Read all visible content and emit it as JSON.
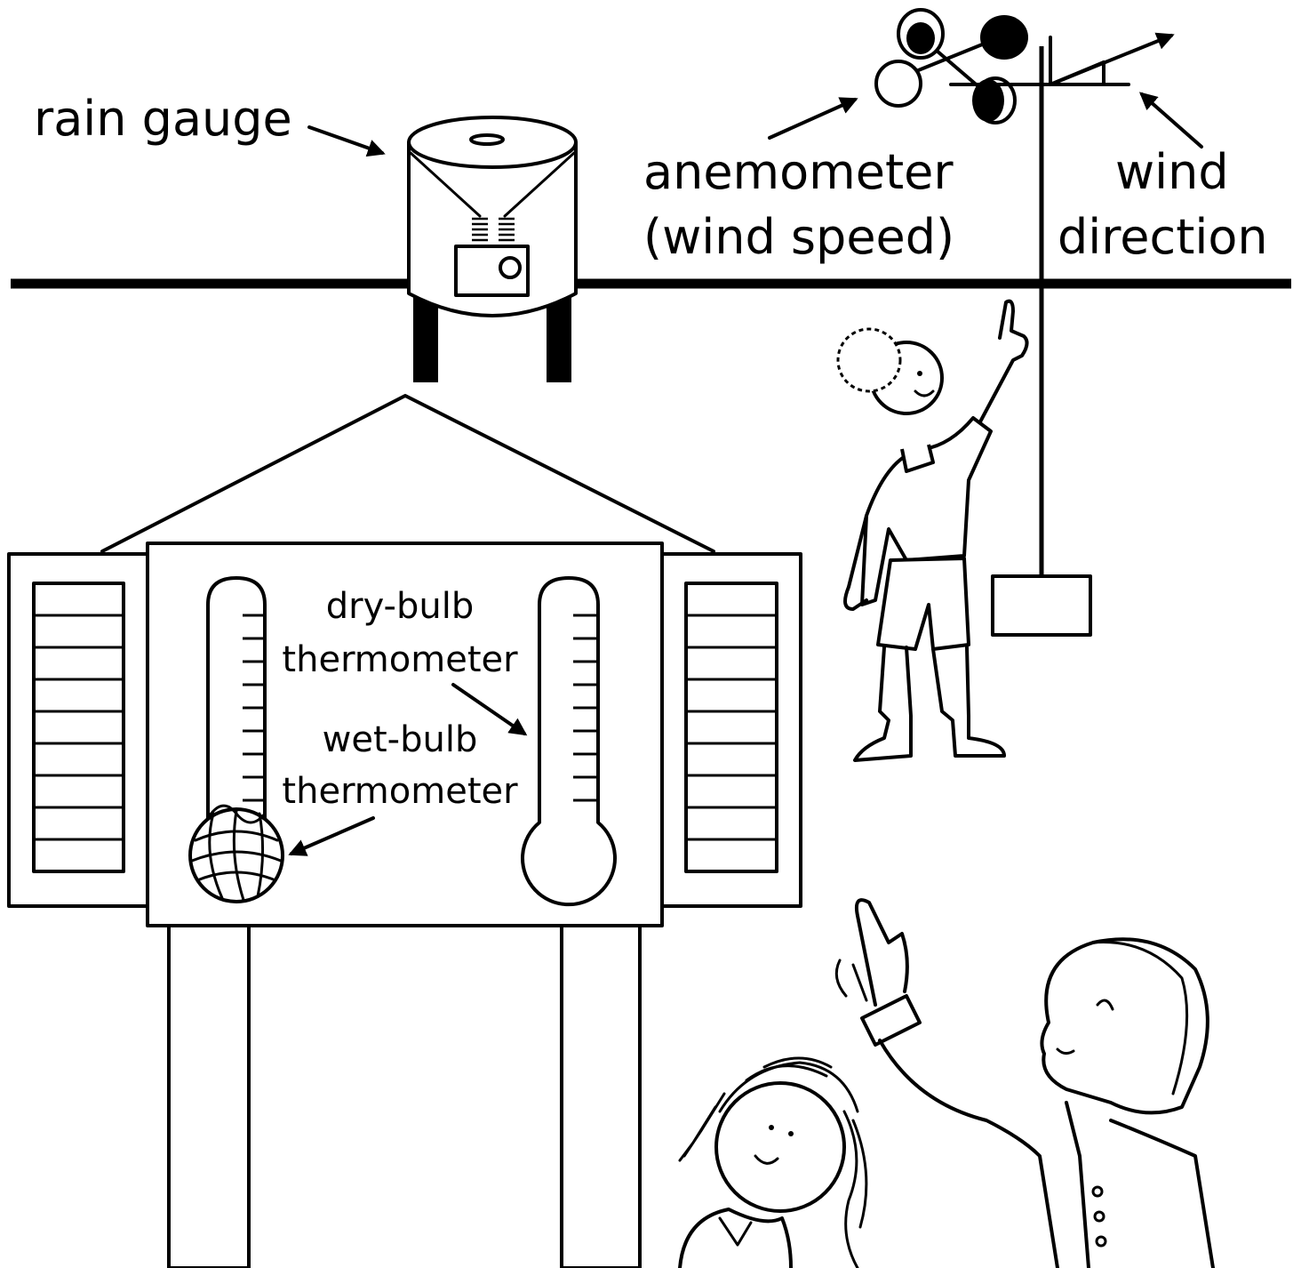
{
  "labels": {
    "rain_gauge": "rain gauge",
    "anemometer_line1": "anemometer",
    "anemometer_line2": "(wind speed)",
    "wind_direction_line1": "wind",
    "wind_direction_line2": "direction",
    "dry_bulb_line1": "dry-bulb",
    "dry_bulb_line2": "thermometer",
    "wet_bulb_line1": "wet-bulb",
    "wet_bulb_line2": "thermometer"
  },
  "colors": {
    "ink": "#000000",
    "paper": "#ffffff"
  }
}
